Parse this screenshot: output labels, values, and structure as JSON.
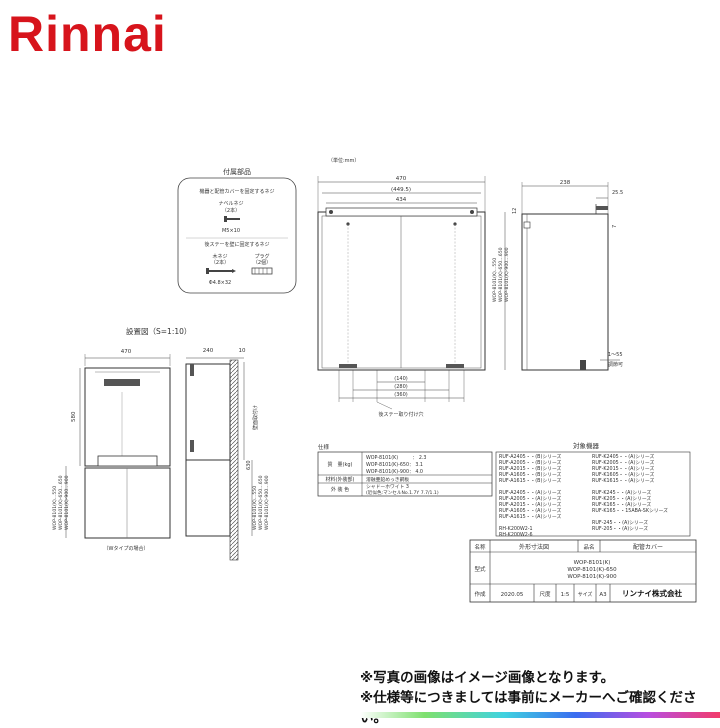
{
  "logo": {
    "text": "Rinnai",
    "color": "#d7141c"
  },
  "unit_note": "（単位:mm）",
  "accessories": {
    "title": "付属部品",
    "fix_screw_title": "機器と配管カバーを固定するネジ",
    "tapping_name": "ナベルネジ",
    "tapping_qty": "（2本）",
    "tapping_size": "M5×10",
    "stay_title": "後ステーを壁に固定するネジ",
    "wood_name": "木ネジ",
    "wood_qty": "（2本）",
    "plug_name": "プラグ",
    "plug_qty": "（2個）",
    "wood_size": "Φ4.8×32"
  },
  "front_view": {
    "width": "470",
    "inner1": "(449.5)",
    "inner2": "434",
    "rear_label": "後ステー取り付け穴",
    "bottom1": "(140)",
    "bottom2": "(280)",
    "bottom3": "(360)",
    "height_labels": [
      "WOP-8101(K)…550",
      "WOP-8101(K)-650…650",
      "WOP-8101(K)-900…900"
    ]
  },
  "side_view": {
    "depth": "238",
    "d1": "25.5",
    "d2": "12",
    "d3": "7",
    "note1": "1～55",
    "note2": "調節可"
  },
  "install": {
    "title": "設置図（S=1:10）",
    "width": "470",
    "depth": "240",
    "gap": "10",
    "height": "580",
    "right_height": "630",
    "caption": "（Wタイプの場合）",
    "wall_label": "壁面取付け"
  },
  "spec_table": {
    "header": "仕様",
    "rows": [
      {
        "label": "質　量(kg)",
        "lines": [
          "WOP-8101(K)　　　： 2.3",
          "WOP-8101(K)-650： 3.1",
          "WOP-8101(K)-900： 4.0"
        ]
      },
      {
        "label": "材料(外装部)",
        "lines": [
          "溶融亜鉛めっき鋼板"
        ]
      },
      {
        "label": "外 装 色",
        "lines": [
          "シャドーホワイト 3",
          "(近似色:マンセルNo.1.7Y 7.7/1.1)"
        ]
      }
    ]
  },
  "models": {
    "title": "対象機器",
    "left": [
      "RUF-A2405・・(B)シリーズ",
      "RUF-A2005・・(B)シリーズ",
      "RUF-A2015・・(B)シリーズ",
      "RUF-A1605・・(B)シリーズ",
      "RUF-A1615・・(B)シリーズ",
      "",
      "RUF-A2405・・(A)シリーズ",
      "RUF-A2005・・(A)シリーズ",
      "RUF-A2015・・(A)シリーズ",
      "RUF-A1605・・(A)シリーズ",
      "RUF-A1615・・(A)シリーズ",
      "",
      "RH-K200W2-1",
      "RH-K200W2-6"
    ],
    "right": [
      "RUF-K2405・・(A)シリーズ",
      "RUF-K2005・・(A)シリーズ",
      "RUF-K2015・・(A)シリーズ",
      "RUF-K1605・・(A)シリーズ",
      "RUF-K1615・・(A)シリーズ",
      "",
      "RUF-K245・・(A)シリーズ",
      "RUF-K205・・(A)シリーズ",
      "RUF-K165・・(A)シリーズ",
      "RUF-K165・・15ABA-SKシリーズ",
      "",
      "RUF-245・・(A)シリーズ",
      "RUF-205・・(A)シリーズ"
    ]
  },
  "title_block": {
    "name_label": "名称",
    "name_value": "外形寸法図",
    "item_label": "品名",
    "item_value": "配管カバー",
    "model_label": "型式",
    "model_values": [
      "WOP-8101(K)",
      "WOP-8101(K)-650",
      "WOP-8101(K)-900"
    ],
    "made_label": "作成",
    "date": "2020.05",
    "scale_label": "尺度",
    "scale_value": "1:5",
    "size_label": "サイズ",
    "size_value": "A3",
    "company": "リンナイ株式会社"
  },
  "notes": [
    "※写真の画像はイメージ画像となります。",
    "※仕様等につきましては事前にメーカーへご確認ください。"
  ]
}
